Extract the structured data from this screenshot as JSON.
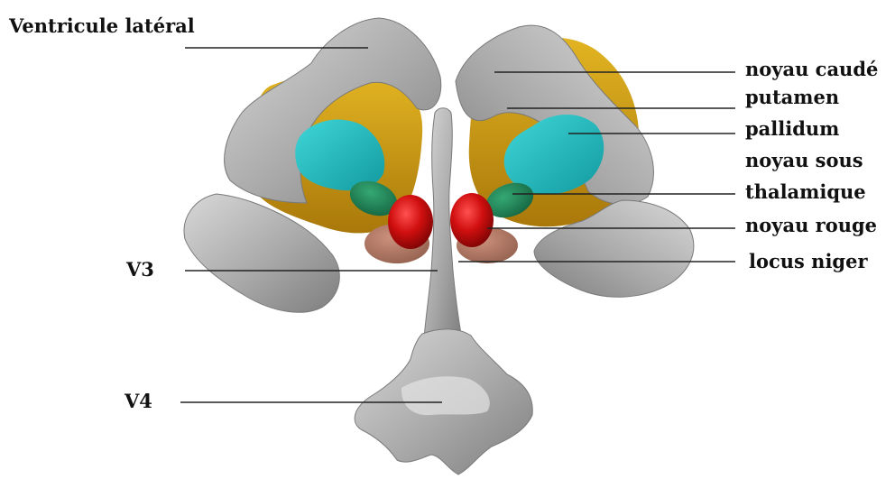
{
  "labels": {
    "ventricule_lateral": "Ventricule latéral",
    "noyau_caude": "noyau caudé",
    "putamen": "putamen",
    "pallidum": "pallidum",
    "noyau_sous": "noyau sous",
    "thalamique": "thalamique",
    "noyau_rouge": "noyau rouge",
    "locus_niger": "locus niger",
    "v3": "V3",
    "v4": "V4"
  },
  "colors": {
    "ventricle_gray": "#a6a6a6",
    "ventricle_light": "#cfcfcf",
    "caudate_putamen_gold": "#d4a20e",
    "pallidum_cyan": "#1fb8bc",
    "subthalamic_green": "#1e8a5a",
    "red_nucleus": "#c80c0c",
    "substantia_nigra": "#b67a66"
  }
}
